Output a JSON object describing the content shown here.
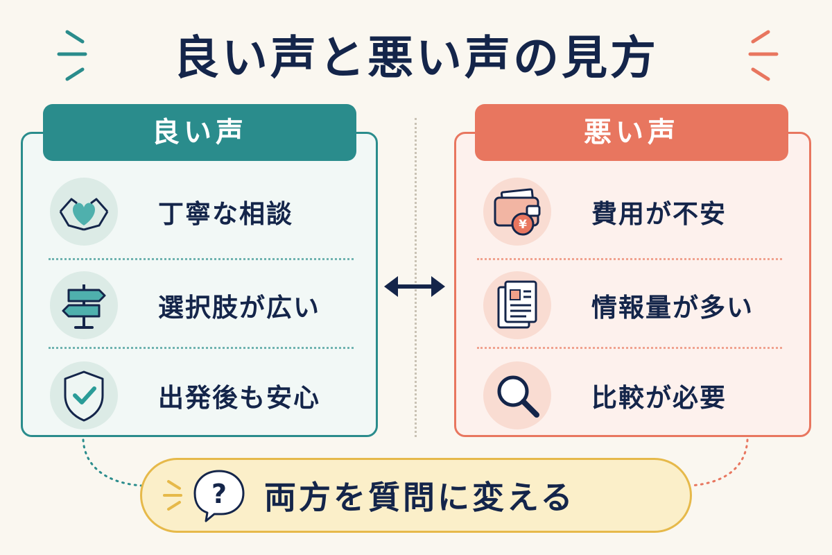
{
  "title": "良い声と悪い声の見方",
  "good": {
    "heading": "良い声",
    "items": [
      {
        "label": "丁寧な相談",
        "icon": "heart-hands-icon"
      },
      {
        "label": "選択肢が広い",
        "icon": "signpost-icon"
      },
      {
        "label": "出発後も安心",
        "icon": "shield-check-icon"
      }
    ],
    "color": "#2a8c8c"
  },
  "bad": {
    "heading": "悪い声",
    "items": [
      {
        "label": "費用が不安",
        "icon": "wallet-yen-icon"
      },
      {
        "label": "情報量が多い",
        "icon": "document-icon"
      },
      {
        "label": "比較が必要",
        "icon": "magnifier-icon"
      }
    ],
    "color": "#e8765f"
  },
  "bottom": {
    "text": "両方を質問に変える",
    "icon": "question-bubble-icon",
    "color": "#e6b94a"
  },
  "navy": "#14254a"
}
